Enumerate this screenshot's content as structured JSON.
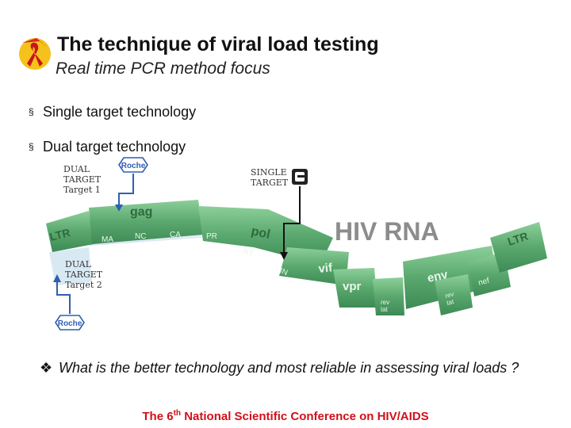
{
  "slide": {
    "title": "The technique of viral load testing",
    "subtitle": "Real time PCR method focus",
    "bullets": [
      {
        "marker": "§",
        "text": "Single target technology"
      },
      {
        "marker": "§",
        "text": "Dual target technology"
      }
    ],
    "question": {
      "marker": "❖",
      "text": "What is the better technology and most reliable in assessing viral loads ?"
    },
    "footer": {
      "pre": "The 6",
      "sup": "th",
      "post": " National Scientific Conference on HIV/AIDS"
    }
  },
  "diagram": {
    "labels": {
      "dual_target_1": [
        "DUAL",
        "TARGET",
        "Target 1"
      ],
      "dual_target_2": [
        "DUAL",
        "TARGET",
        "Target 2"
      ],
      "single_target": [
        "SINGLE",
        "TARGET"
      ]
    },
    "logos": {
      "roche": "Roche",
      "abbott_icon": "abbott-logo-icon"
    },
    "genome_title": "HIV RNA",
    "segments": {
      "ltr_left": "LTR",
      "gag": "gag",
      "ma": "MA",
      "nc": "NC",
      "ca": "CA",
      "pol": "pol",
      "pr": "PR",
      "rt": "RT",
      "in": "IN",
      "vif": "vif",
      "vpr": "vpr",
      "env": "env",
      "nef": "nef",
      "rev_tat_1": [
        "rev",
        "tat"
      ],
      "rev_tat_2": [
        "rev",
        "tat"
      ],
      "ltr_right": "LTR"
    },
    "colors": {
      "genome": "#5aa86e",
      "genome_dark": "#3d8a55",
      "arrow_blue": "#2f5fb0",
      "probe_glow": "#c9dff0",
      "footer_red": "#d0101a"
    }
  }
}
